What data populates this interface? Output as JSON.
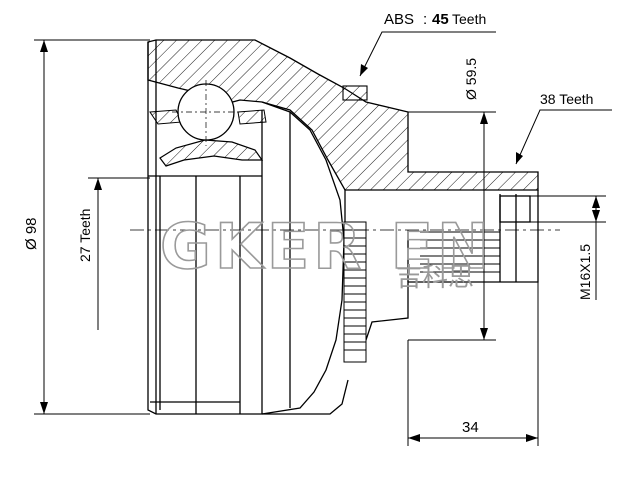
{
  "labels": {
    "abs_prefix": "ABS",
    "abs_colon": ":",
    "abs_count": "45",
    "abs_unit": "Teeth",
    "outer_diameter": "Ø 98",
    "seal_diameter": "Ø 59.5",
    "outer_spline": "38 Teeth",
    "inner_spline": "27 Teeth",
    "thread": "M16X1.5",
    "stub_length": "34"
  },
  "watermark": {
    "brand": "GKER EN",
    "cjk": "吉科思"
  },
  "colors": {
    "line": "#000000",
    "hatch": "#000000",
    "watermark": "#9a9a9a",
    "background": "#ffffff"
  }
}
